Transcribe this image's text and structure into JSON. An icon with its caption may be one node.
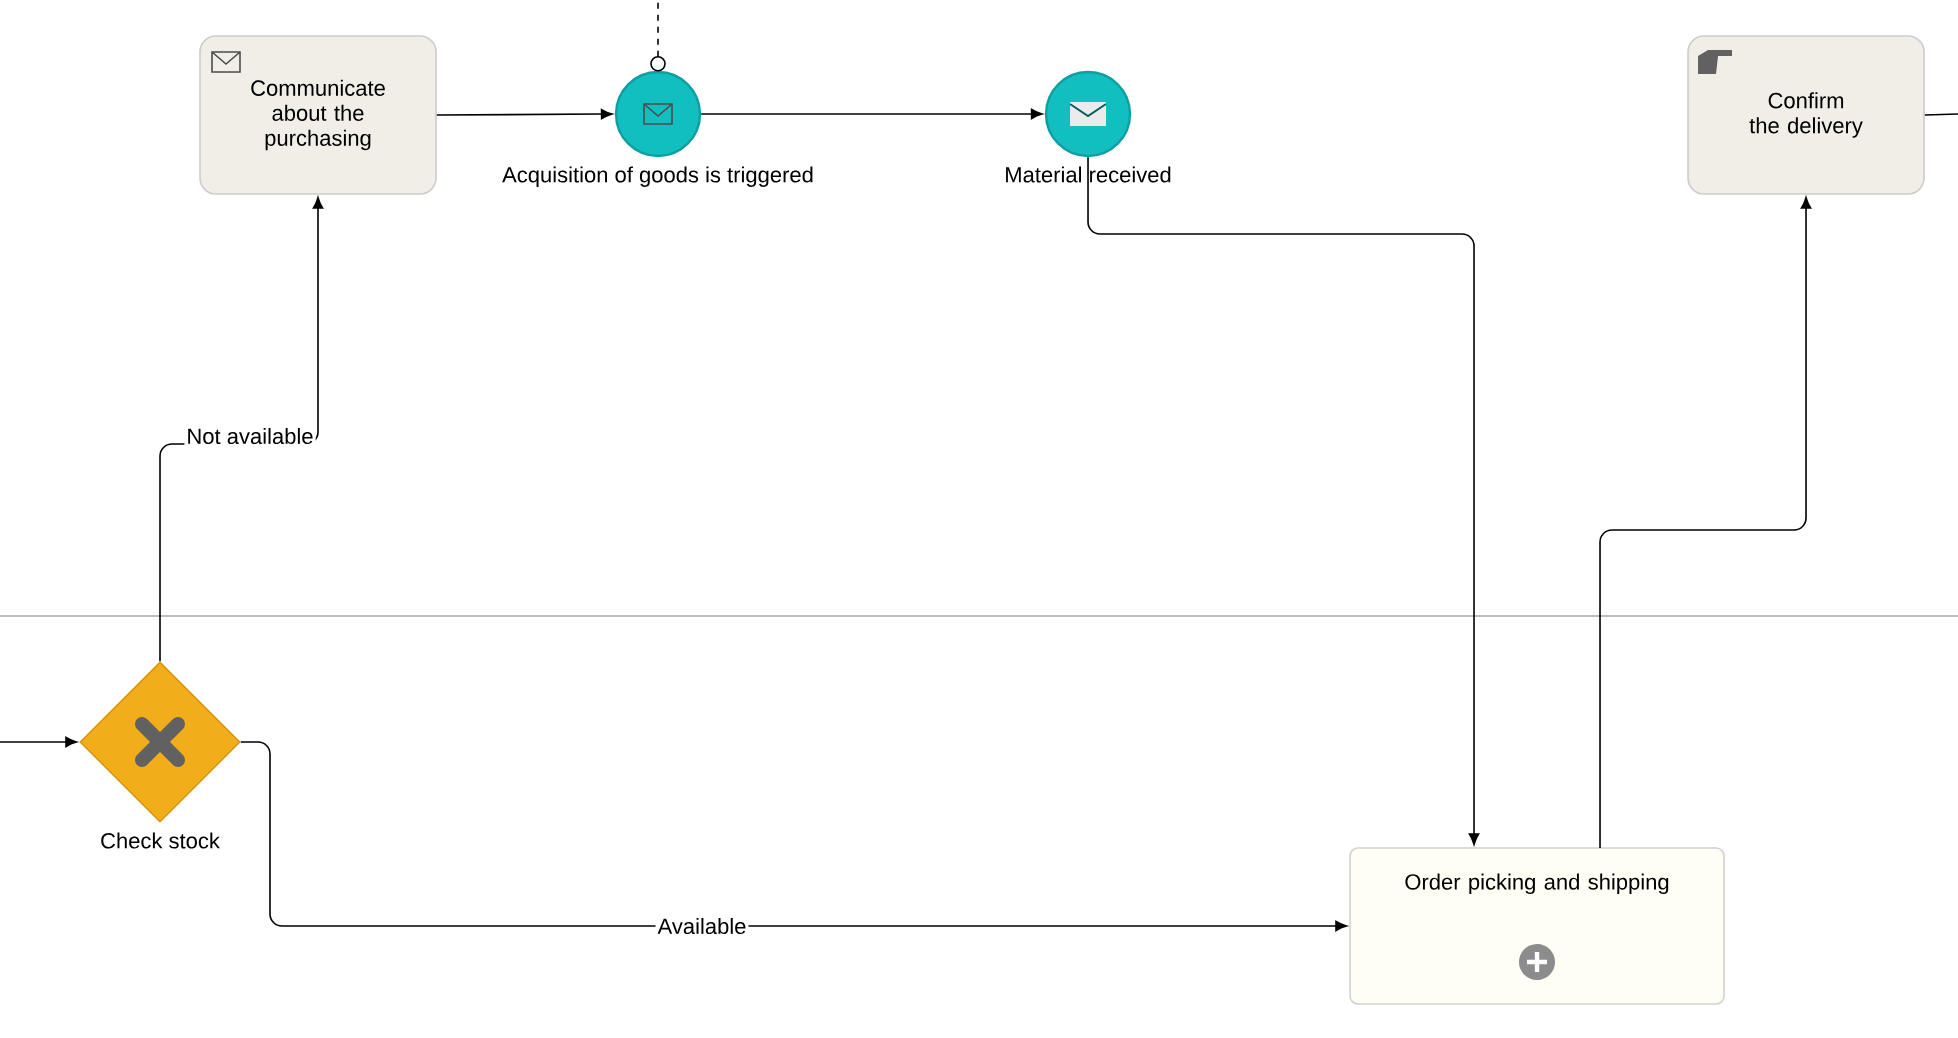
{
  "diagram": {
    "nodes": [
      {
        "text": [
          "Communicate about the purchasing"
        ]
      },
      {
        "text": [],
        "shape": "circle",
        "beside": [
          "Acquisition of goods is triggered"
        ]
      },
      {
        "text": [],
        "shape": "circle",
        "beside": [
          "Material received"
        ]
      },
      {
        "text": [
          "Confirm the delivery"
        ]
      },
      {
        "text": [],
        "shape": "diamond",
        "beside": [
          "Check stock"
        ]
      },
      {
        "text": [
          "Order picking and shipping"
        ]
      }
    ],
    "edges": [
      {
        "from": null,
        "to": 4,
        "arrow": "to"
      },
      {
        "from": 4,
        "to": 0,
        "arrow": "to",
        "label": "Not available"
      },
      {
        "from": 0,
        "to": 1,
        "arrow": "to"
      },
      {
        "from": 1,
        "to": 2,
        "arrow": "to"
      },
      {
        "from": 2,
        "to": 5,
        "arrow": "to"
      },
      {
        "from": 4,
        "to": 5,
        "arrow": "to",
        "label": "Available"
      },
      {
        "from": 5,
        "to": 3,
        "arrow": "to"
      },
      {
        "from": 3,
        "to": null,
        "arrow": "none"
      },
      {
        "from": 1,
        "to": null,
        "arrow": "other",
        "style": "dashed"
      }
    ]
  }
}
